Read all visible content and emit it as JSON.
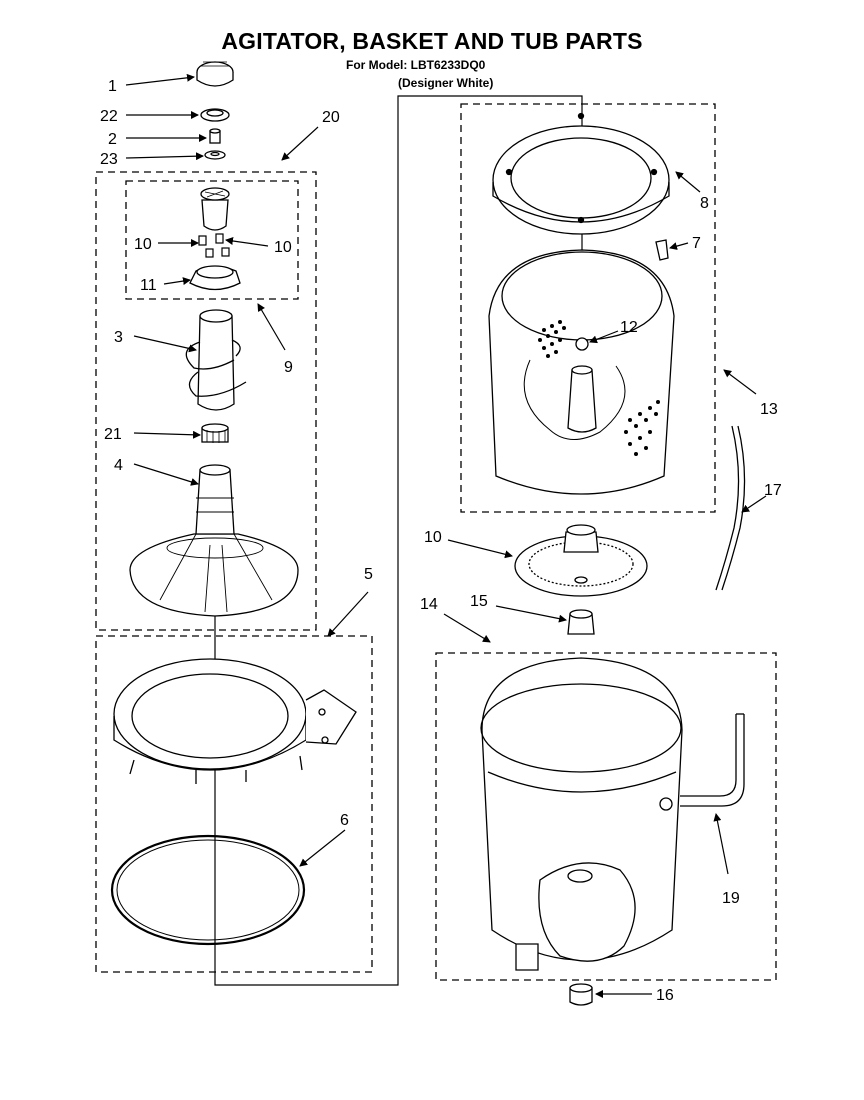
{
  "title": "AGITATOR, BASKET AND TUB PARTS",
  "subtitle_model": "For Model: LBT6233DQ0",
  "subtitle_color": "(Designer White)",
  "callouts": {
    "c1": "1",
    "c22": "22",
    "c2": "2",
    "c23": "23",
    "c20": "20",
    "c10a": "10",
    "c10b": "10",
    "c11": "11",
    "c9": "9",
    "c3": "3",
    "c21": "21",
    "c4": "4",
    "c5": "5",
    "c6": "6",
    "c8": "8",
    "c7": "7",
    "c12": "12",
    "c13": "13",
    "c17": "17",
    "c10c": "10",
    "c15": "15",
    "c14": "14",
    "c19": "19",
    "c16": "16"
  }
}
